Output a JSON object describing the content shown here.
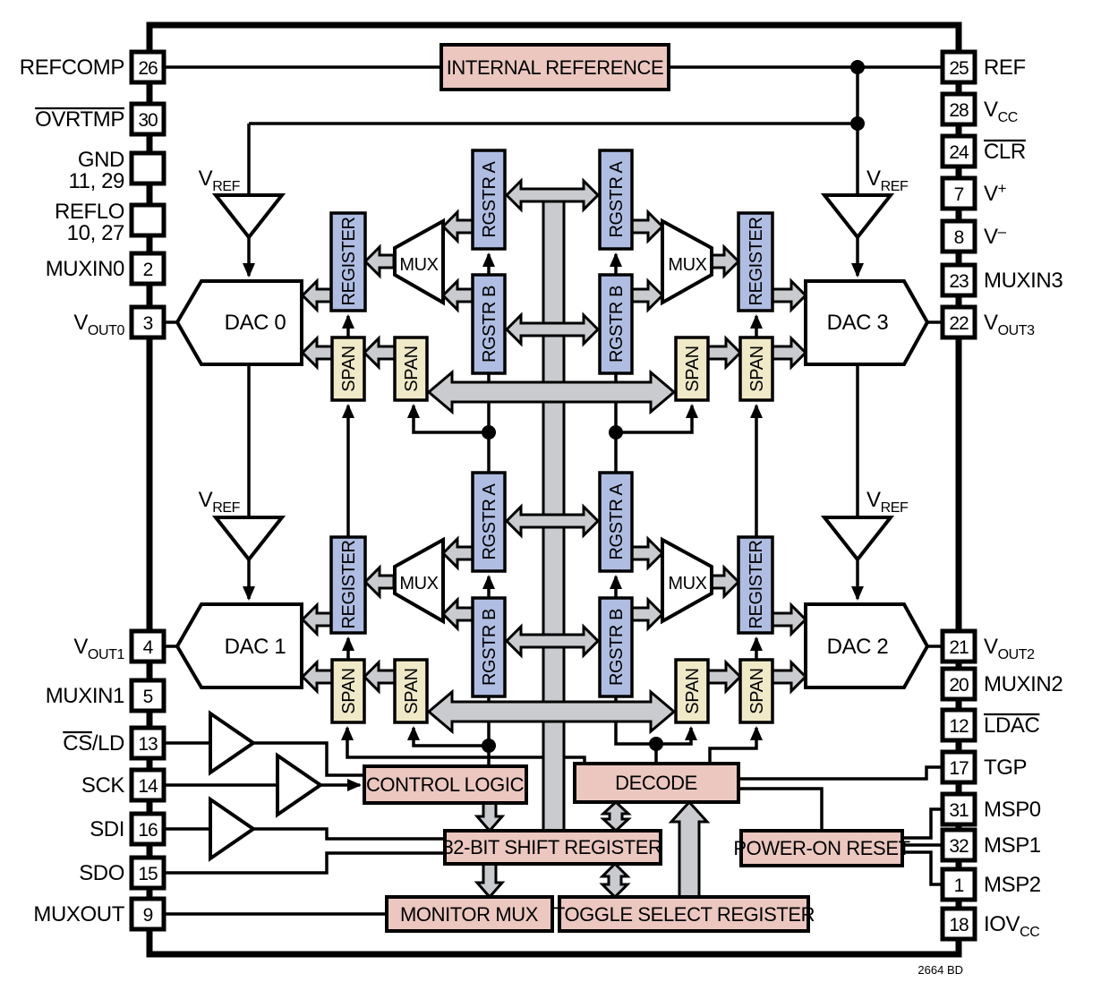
{
  "caption": "2664 BD",
  "colors": {
    "pink": "#ebc7c0",
    "blue": "#b0bde2",
    "cream": "#efe9c8",
    "bus_gray": "#c9cbce",
    "ink": "#000000"
  },
  "blocks": {
    "internal_reference": "INTERNAL REFERENCE",
    "control_logic": "CONTROL LOGIC",
    "decode": "DECODE",
    "shift_register": "32-BIT SHIFT REGISTER",
    "monitor_mux": "MONITOR MUX",
    "toggle_select_register": "TOGGLE SELECT REGISTER",
    "power_on_reset": "POWER-ON RESET",
    "dac0": "DAC 0",
    "dac1": "DAC 1",
    "dac2": "DAC 2",
    "dac3": "DAC 3"
  },
  "labels": {
    "mux": "MUX",
    "register": "REGISTER",
    "span": "SPAN",
    "rgstr_a": "RGSTR A",
    "rgstr_b": "RGSTR B",
    "vref_base": "V",
    "vref_sub": "REF"
  },
  "pins": {
    "left": [
      {
        "num": "26",
        "label": [
          {
            "t": "REFCOMP"
          }
        ]
      },
      {
        "num": "30",
        "label": [
          {
            "t": "OVRTMP",
            "over": true
          }
        ]
      },
      {
        "num": "",
        "label": [
          {
            "t": "GND"
          }
        ],
        "label2": "11, 29"
      },
      {
        "num": "",
        "label": [
          {
            "t": "REFLO"
          }
        ],
        "label2": "10, 27"
      },
      {
        "num": "2",
        "label": [
          {
            "t": "MUXIN0"
          }
        ]
      },
      {
        "num": "3",
        "label": [
          {
            "t": "V"
          },
          {
            "t": "OUT0",
            "sub": true
          }
        ]
      },
      {
        "num": "4",
        "label": [
          {
            "t": "V"
          },
          {
            "t": "OUT1",
            "sub": true
          }
        ]
      },
      {
        "num": "5",
        "label": [
          {
            "t": "MUXIN1"
          }
        ]
      },
      {
        "num": "13",
        "label": [
          {
            "t": "CS",
            "over": true
          },
          {
            "t": "/LD"
          }
        ]
      },
      {
        "num": "14",
        "label": [
          {
            "t": "SCK"
          }
        ]
      },
      {
        "num": "16",
        "label": [
          {
            "t": "SDI"
          }
        ]
      },
      {
        "num": "15",
        "label": [
          {
            "t": "SDO"
          }
        ]
      },
      {
        "num": "9",
        "label": [
          {
            "t": "MUXOUT"
          }
        ]
      }
    ],
    "right": [
      {
        "num": "25",
        "label": [
          {
            "t": "REF"
          }
        ]
      },
      {
        "num": "28",
        "label": [
          {
            "t": "V"
          },
          {
            "t": "CC",
            "sub": true
          }
        ]
      },
      {
        "num": "24",
        "label": [
          {
            "t": "CLR",
            "over": true
          }
        ]
      },
      {
        "num": "7",
        "label": [
          {
            "t": "V"
          },
          {
            "t": "+",
            "sup": true
          }
        ]
      },
      {
        "num": "8",
        "label": [
          {
            "t": "V"
          },
          {
            "t": "–",
            "sup": true
          }
        ]
      },
      {
        "num": "23",
        "label": [
          {
            "t": "MUXIN3"
          }
        ]
      },
      {
        "num": "22",
        "label": [
          {
            "t": "V"
          },
          {
            "t": "OUT3",
            "sub": true
          }
        ]
      },
      {
        "num": "21",
        "label": [
          {
            "t": "V"
          },
          {
            "t": "OUT2",
            "sub": true
          }
        ]
      },
      {
        "num": "20",
        "label": [
          {
            "t": "MUXIN2"
          }
        ]
      },
      {
        "num": "12",
        "label": [
          {
            "t": "LDAC",
            "over": true
          }
        ]
      },
      {
        "num": "17",
        "label": [
          {
            "t": "TGP"
          }
        ]
      },
      {
        "num": "31",
        "label": [
          {
            "t": "MSP0"
          }
        ]
      },
      {
        "num": "32",
        "label": [
          {
            "t": "MSP1"
          }
        ]
      },
      {
        "num": "1",
        "label": [
          {
            "t": "MSP2"
          }
        ]
      },
      {
        "num": "18",
        "label": [
          {
            "t": "IOV"
          },
          {
            "t": "CC",
            "sub": true
          }
        ]
      }
    ]
  }
}
